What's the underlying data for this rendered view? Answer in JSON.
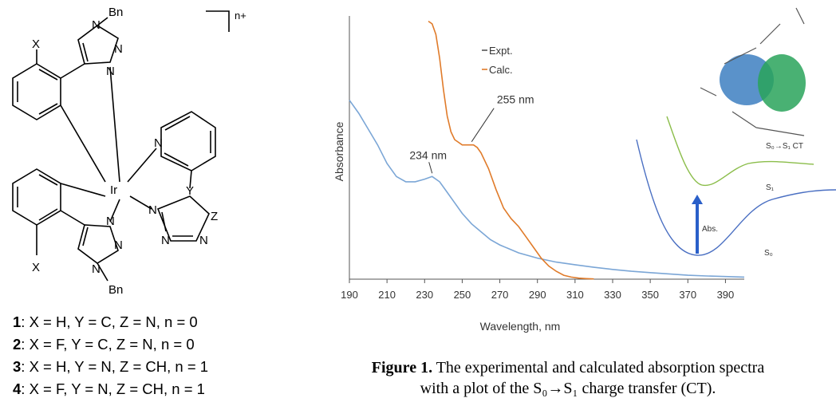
{
  "structure": {
    "bn_label": "Bn",
    "charge_label": "n+",
    "x_label": "X",
    "n_label": "N",
    "ir_label": "Ir",
    "y_label": "Y",
    "z_label": "Z",
    "compounds": [
      {
        "num": "1",
        "text": ": X = H, Y = C, Z = N, n = 0"
      },
      {
        "num": "2",
        "text": ": X = F, Y = C, Z = N, n = 0"
      },
      {
        "num": "3",
        "text": ": X = H, Y = N, Z = CH, n = 1"
      },
      {
        "num": "4",
        "text": ": X = F, Y = N, Z = CH, n = 1"
      }
    ]
  },
  "chart_data": {
    "type": "line",
    "xlabel": "Wavelength, nm",
    "ylabel": "Absorbance",
    "xlim": [
      190,
      400
    ],
    "ylim": [
      0,
      1.0
    ],
    "x_ticks": [
      190,
      210,
      230,
      250,
      270,
      290,
      310,
      330,
      350,
      370,
      390
    ],
    "legend": [
      "Expt.",
      "Calc."
    ],
    "legend_position": "top",
    "series": [
      {
        "name": "Expt.",
        "color": "#7ba6d6",
        "x": [
          190,
          195,
          200,
          205,
          210,
          215,
          220,
          225,
          230,
          234,
          238,
          242,
          246,
          250,
          255,
          260,
          265,
          270,
          280,
          290,
          300,
          310,
          320,
          330,
          340,
          350,
          360,
          370,
          380,
          390,
          400
        ],
        "y": [
          0.68,
          0.63,
          0.57,
          0.51,
          0.44,
          0.39,
          0.37,
          0.37,
          0.38,
          0.39,
          0.37,
          0.33,
          0.29,
          0.25,
          0.21,
          0.18,
          0.15,
          0.13,
          0.1,
          0.08,
          0.065,
          0.055,
          0.045,
          0.037,
          0.03,
          0.025,
          0.02,
          0.015,
          0.012,
          0.01,
          0.008
        ]
      },
      {
        "name": "Calc.",
        "color": "#e07b2a",
        "x": [
          232,
          234,
          236,
          238,
          240,
          242,
          244,
          246,
          248,
          250,
          252,
          254,
          256,
          258,
          260,
          264,
          268,
          272,
          276,
          280,
          284,
          288,
          292,
          296,
          300,
          304,
          308,
          312,
          316,
          320
        ],
        "y": [
          0.98,
          0.97,
          0.93,
          0.84,
          0.72,
          0.62,
          0.56,
          0.53,
          0.52,
          0.51,
          0.51,
          0.51,
          0.51,
          0.5,
          0.48,
          0.42,
          0.34,
          0.27,
          0.23,
          0.2,
          0.16,
          0.12,
          0.08,
          0.05,
          0.03,
          0.015,
          0.008,
          0.004,
          0.002,
          0.001
        ]
      }
    ],
    "annotations": [
      {
        "text": "234 nm",
        "x": 234,
        "y": 0.39
      },
      {
        "text": "255 nm",
        "x": 255,
        "y": 0.51
      }
    ],
    "inset": {
      "labels": {
        "transition": "S₀→S₁ CT",
        "abs": "Abs.",
        "s0": "S₀",
        "s1": "S₁"
      },
      "colors": {
        "s0": "#4a6fc2",
        "s1": "#8bbd4a",
        "arrow": "#2a5fc9"
      }
    }
  },
  "caption": {
    "label": "Figure 1.",
    "line1_text": " The experimental and calculated absorption spectra",
    "line2_text": "with a plot of the S₀→S₁ charge transfer (CT)."
  }
}
